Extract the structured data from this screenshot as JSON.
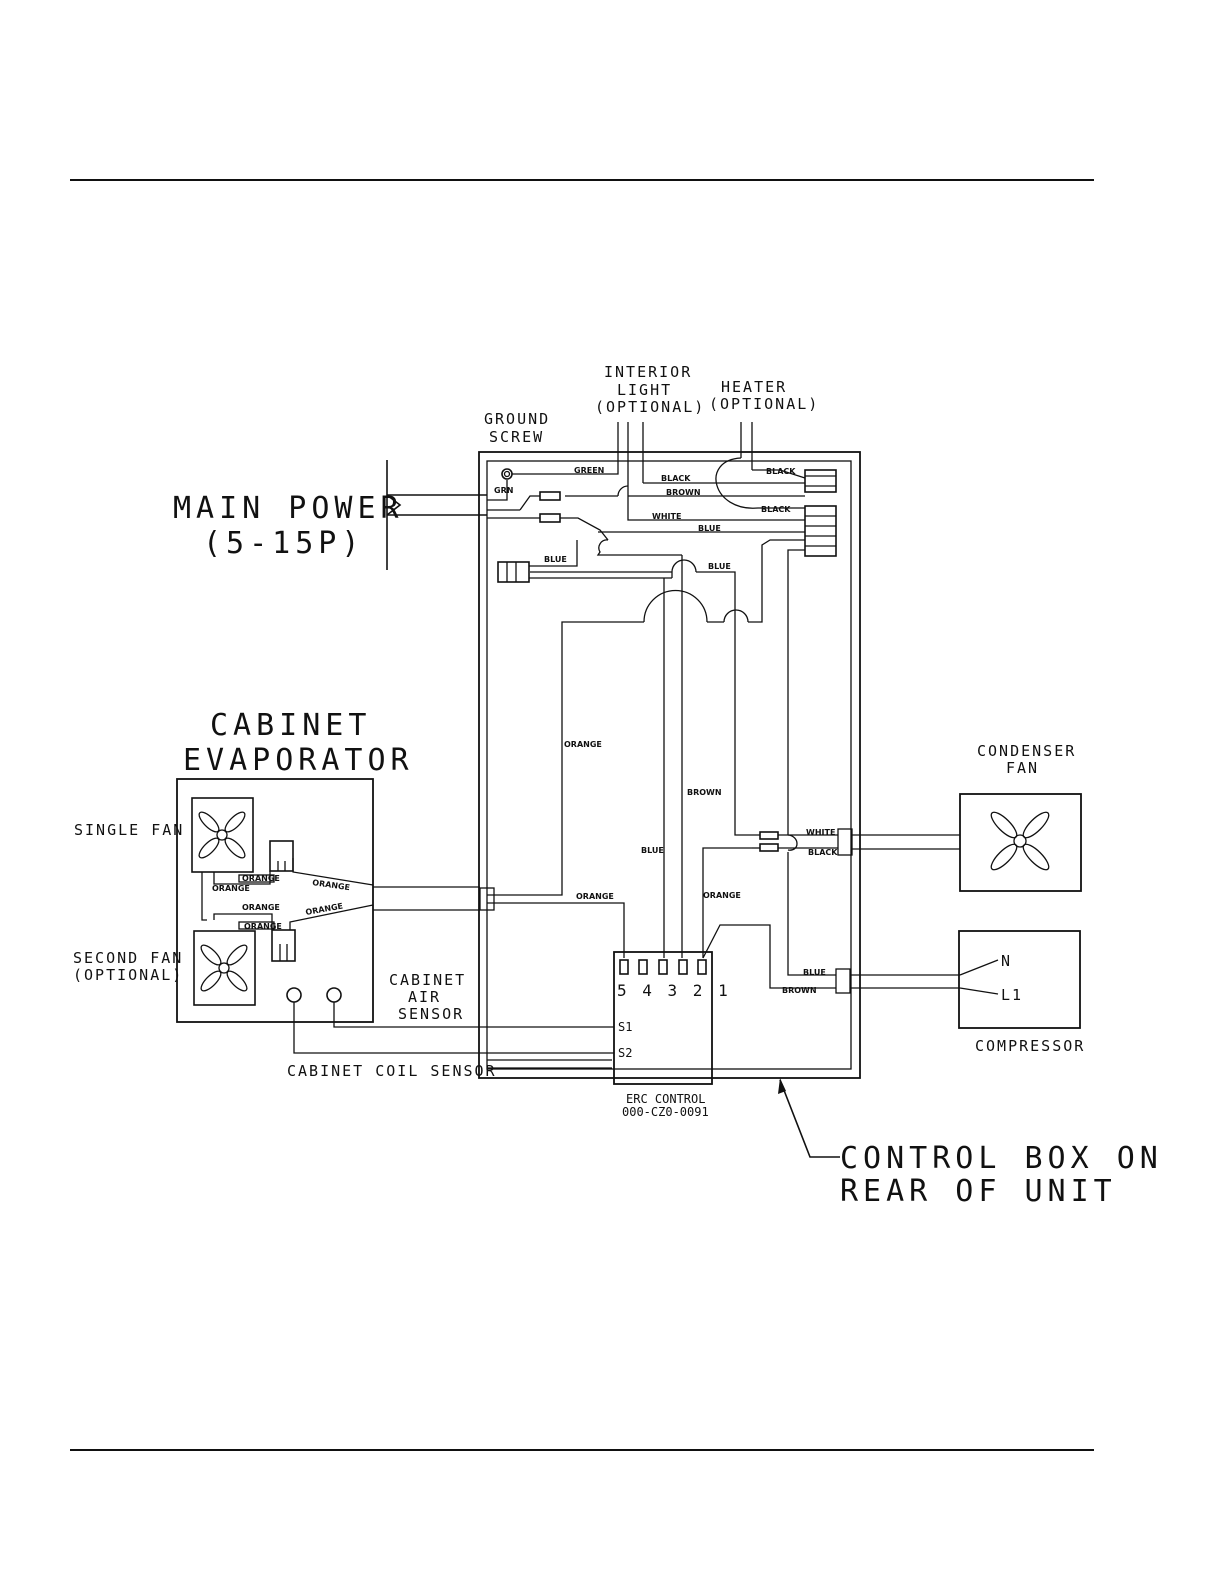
{
  "labels": {
    "main_power": "MAIN POWER",
    "main_power_sub": "(5-15P)",
    "ground_screw_1": "GROUND",
    "ground_screw_2": "SCREW",
    "interior_light_1": "INTERIOR",
    "interior_light_2": "LIGHT",
    "interior_light_3": "(OPTIONAL)",
    "heater_1": "HEATER",
    "heater_2": "(OPTIONAL)",
    "cabinet_evap_1": "CABINET",
    "cabinet_evap_2": "EVAPORATOR",
    "single_fan": "SINGLE FAN",
    "second_fan_1": "SECOND FAN",
    "second_fan_2": "(OPTIONAL)",
    "cabinet_air_1": "CABINET",
    "cabinet_air_2": "AIR",
    "cabinet_air_3": "SENSOR",
    "cabinet_coil_sensor": "CABINET COIL SENSOR",
    "condenser_1": "CONDENSER",
    "condenser_2": "FAN",
    "compressor": "COMPRESSOR",
    "comp_n": "N",
    "comp_l1": "L1",
    "erc_1": "ERC CONTROL",
    "erc_2": "000-CZ0-0091",
    "s1": "S1",
    "s2": "S2",
    "terminals": "5 4 3 2 1",
    "control_box_1": "CONTROL BOX ON",
    "control_box_2": "REAR OF UNIT"
  },
  "wires": {
    "green": "GREEN",
    "grn": "GRN",
    "black": "BLACK",
    "brown": "BROWN",
    "white": "WHITE",
    "blue": "BLUE",
    "orange": "ORANGE"
  }
}
